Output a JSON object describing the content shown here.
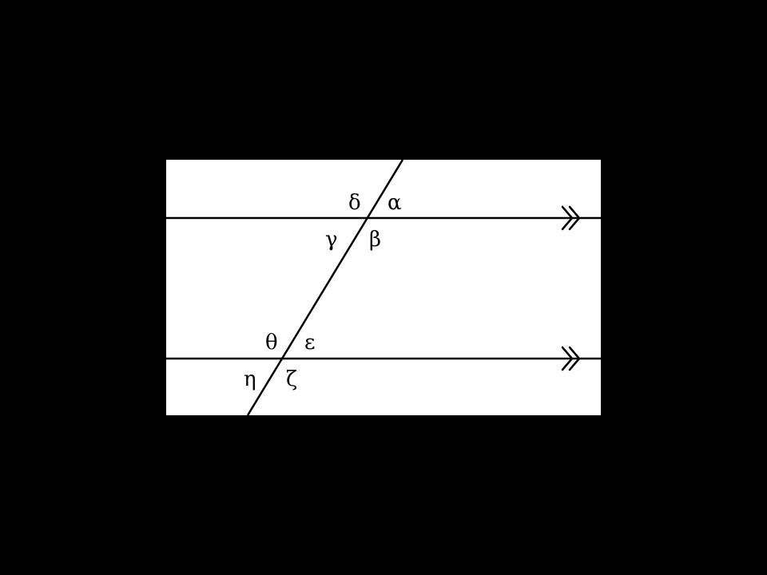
{
  "diagram": {
    "background": "#000000",
    "panel_color": "#ffffff",
    "line_color": "#000000",
    "upper_intersection": {
      "top_left_label": "δ",
      "top_right_label": "α",
      "bottom_left_label": "γ",
      "bottom_right_label": "β"
    },
    "lower_intersection": {
      "top_left_label": "θ",
      "top_right_label": "ε",
      "bottom_left_label": "η",
      "bottom_right_label": "ζ"
    },
    "parallel_marker": "double-chevron"
  }
}
